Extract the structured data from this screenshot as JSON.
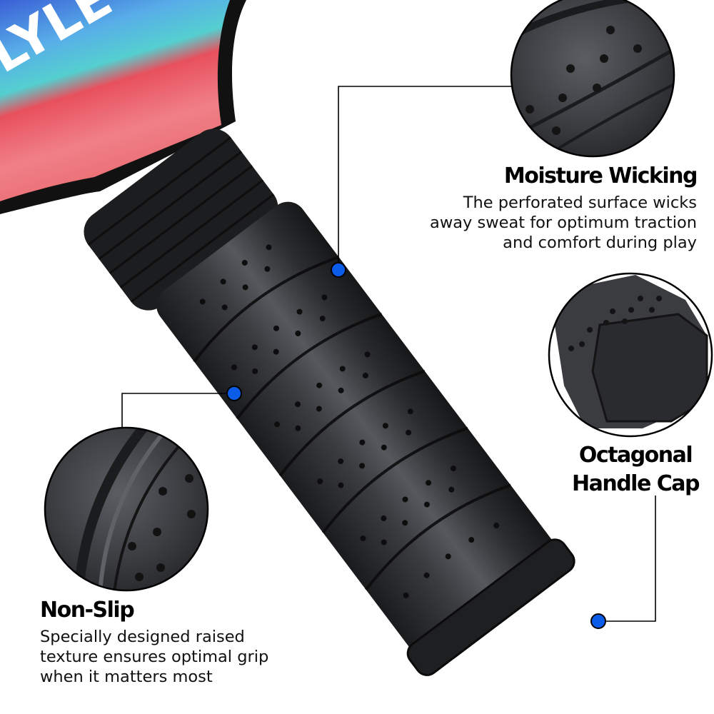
{
  "paddle": {
    "brand_fragment": "LYLE",
    "face_colors": [
      "#3a6fd8",
      "#5fb8ec",
      "#4fd0c8",
      "#e05462",
      "#f08a8e"
    ],
    "edge_color": "#111111",
    "grip_color": "#2b2d30"
  },
  "marker_color": "#0b5ce8",
  "callouts": [
    {
      "id": "moisture-wicking",
      "title": "Moisture Wicking",
      "description_lines": [
        "The perforated surface wicks",
        "away sweat for optimum traction",
        "and comfort during play"
      ]
    },
    {
      "id": "octagonal-handle-cap",
      "title_lines": [
        "Octagonal",
        "Handle Cap"
      ]
    },
    {
      "id": "non-slip",
      "title": "Non-Slip",
      "description_lines": [
        "Specially designed raised",
        "texture ensures optimal grip",
        "when it matters most"
      ]
    }
  ]
}
